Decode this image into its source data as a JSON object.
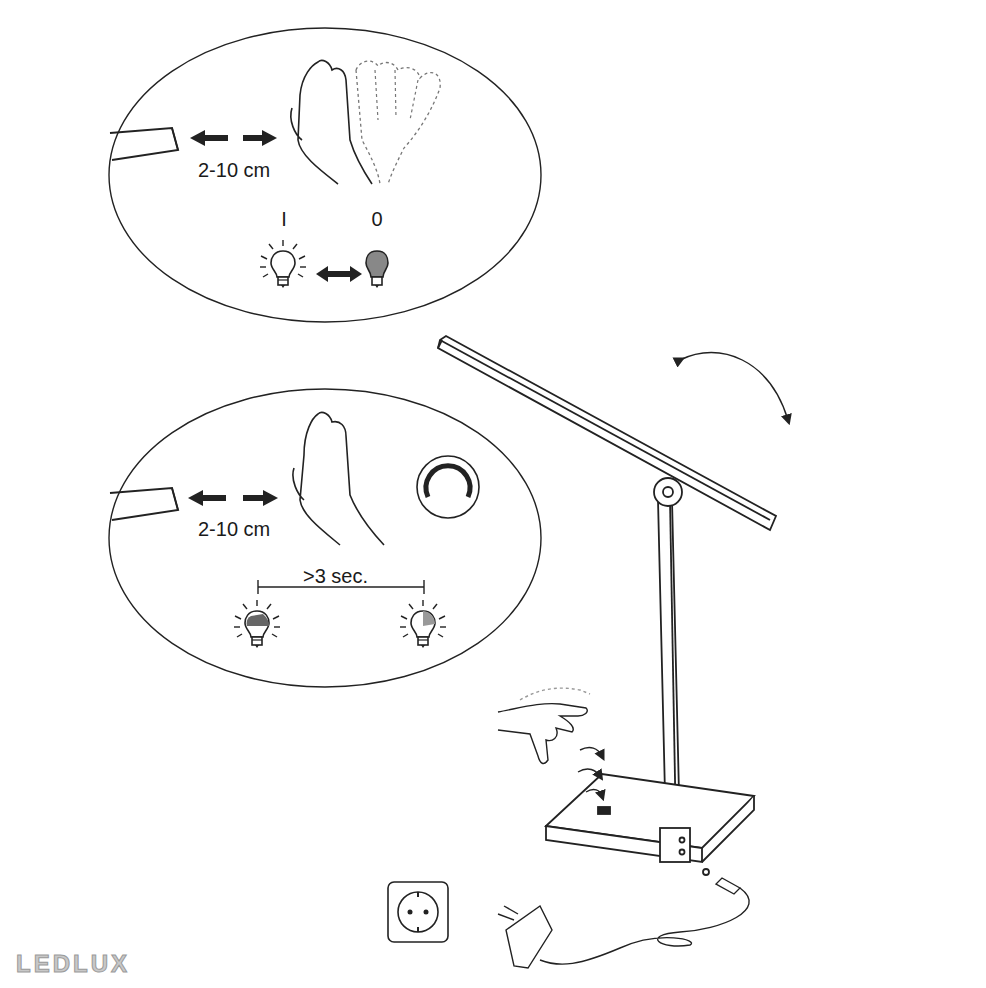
{
  "diagram": {
    "nodes": [
      {
        "text": [
          "2-10 cm",
          "I",
          "0"
        ]
      },
      {
        "text": [
          "2-10 cm",
          ">3 sec."
        ]
      }
    ],
    "labels": [
      "LEDLUX"
    ]
  }
}
